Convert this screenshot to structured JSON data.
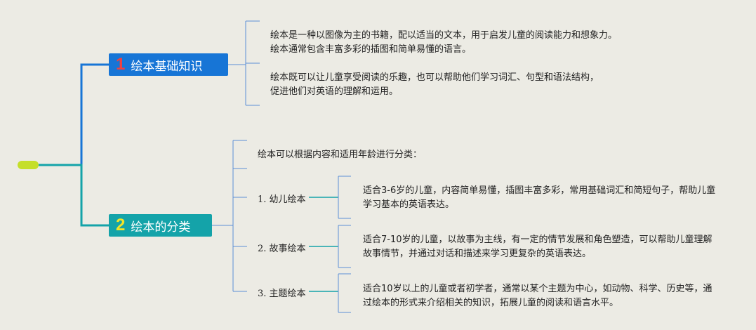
{
  "branches": [
    {
      "number": "1",
      "title": "绘本基础知识",
      "notes": [
        "绘本是一种以图像为主的书籍，配以适当的文本，用于启发儿童的阅读能力和想象力。绘本通常包含丰富多彩的插图和简单易懂的语言。",
        "绘本既可以让儿童享受阅读的乐趣，也可以帮助他们学习词汇、句型和语法结构，促进他们对英语的理解和运用。"
      ]
    },
    {
      "number": "2",
      "title": "绘本的分类",
      "intro": "绘本可以根据内容和适用年龄进行分类：",
      "categories": [
        {
          "label": "1. 幼儿绘本",
          "desc": "适合3-6岁的儿童，内容简单易懂，插图丰富多彩，常用基础词汇和简短句子，帮助儿童学习基本的英语表达。"
        },
        {
          "label": "2. 故事绘本",
          "desc": "适合7-10岁的儿童，以故事为主线，有一定的情节发展和角色塑造，可以帮助儿童理解故事情节，并通过对话和描述来学习更复杂的英语表达。"
        },
        {
          "label": "3. 主题绘本",
          "desc": "适合10岁以上的儿童或者初学者，通常以某个主题为中心，如动物、科学、历史等，通过绘本的形式来介绍相关的知识，拓展儿童的阅读和语言水平。"
        }
      ]
    }
  ],
  "colors": {
    "background": "#ecebe4",
    "root": "#c5df2a",
    "branch1": "#1775d6",
    "branch2": "#14a3a9",
    "number1": "#f04040",
    "number2": "#f2e428",
    "connector": "#5c8fd6"
  }
}
